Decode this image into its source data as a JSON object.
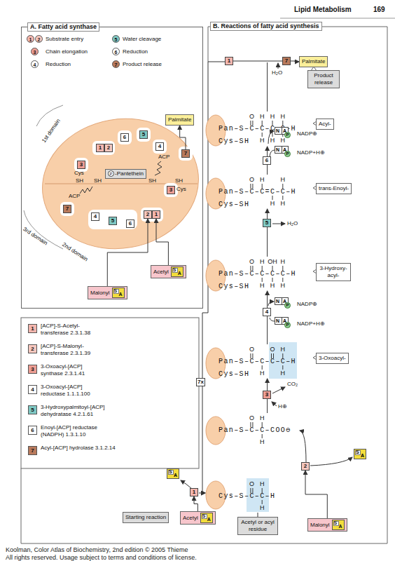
{
  "diagram": {
    "nodes": [
      {
        "text": [
          "A. Fatty acid synthase"
        ]
      },
      {
        "text": [
          "1"
        ],
        "in": 0
      },
      {
        "text": [
          "2"
        ],
        "in": 0
      },
      {
        "text": [
          "6"
        ],
        "in": 0
      },
      {
        "text": [
          "5"
        ],
        "in": 0
      },
      {
        "text": [
          "4"
        ],
        "in": 0
      },
      {
        "text": [
          "7"
        ],
        "in": 0
      },
      {
        "text": [
          "3"
        ],
        "in": 0
      },
      {
        "text": [
          "P",
          "-Pantethein"
        ],
        "in": 0
      },
      {
        "text": [
          "3"
        ],
        "in": 0
      },
      {
        "text": [
          "7"
        ],
        "in": 0
      },
      {
        "text": [
          "4"
        ],
        "in": 0
      },
      {
        "text": [
          "5"
        ],
        "in": 0
      },
      {
        "text": [
          "6"
        ],
        "in": 0
      },
      {
        "text": [
          "2"
        ],
        "in": 0
      },
      {
        "text": [
          "1"
        ],
        "in": 0
      },
      {
        "text": [
          "Palmitate"
        ],
        "in": 0
      },
      {
        "text": [
          "Acetyl",
          "S",
          "A"
        ],
        "in": 0
      },
      {
        "text": [
          "Malonyl",
          "S",
          "A"
        ],
        "in": 0
      },
      {
        "text": [
          "B. Reactions of fatty acid synthesis"
        ]
      },
      {
        "text": [
          "1"
        ],
        "in": 19
      },
      {
        "text": [
          "7"
        ],
        "in": 19
      },
      {
        "text": [
          "Palmitate"
        ],
        "in": 19
      },
      {
        "text": [
          "Product release"
        ],
        "in": 19
      },
      {
        "text": [
          "Acyl-"
        ],
        "in": 19
      },
      {
        "text": [
          "6"
        ],
        "in": 19
      },
      {
        "text": [
          "trans-Enoyl-"
        ],
        "in": 19
      },
      {
        "text": [
          "5"
        ],
        "in": 19
      },
      {
        "text": [
          "3-Hydroxy- acyl-"
        ],
        "in": 19
      },
      {
        "text": [
          "4"
        ],
        "in": 19
      },
      {
        "text": [
          "3-Oxoacyl-"
        ],
        "in": 19
      },
      {
        "text": [
          "7x"
        ],
        "in": 19
      },
      {
        "text": [
          "3"
        ],
        "in": 19
      },
      {
        "text": [
          "2"
        ],
        "in": 19
      },
      {
        "text": [
          "Malonyl",
          "S",
          "A"
        ],
        "in": 19
      },
      {
        "text": [
          "Starting reaction"
        ],
        "in": 19
      },
      {
        "text": [
          "1"
        ],
        "in": 19
      },
      {
        "text": [
          "Acetyl",
          "S",
          "A"
        ],
        "in": 19
      },
      {
        "text": [
          "Acetyl or acyl residue"
        ],
        "in": 19
      }
    ],
    "edges": [
      {
        "from": 17,
        "to": 15,
        "arrow": "to"
      },
      {
        "from": 18,
        "to": 14,
        "arrow": "to"
      },
      {
        "from": 6,
        "to": 16,
        "arrow": "to"
      },
      {
        "from": 20,
        "to": 21,
        "arrow": "none"
      },
      {
        "from": 21,
        "to": 22,
        "arrow": "to"
      },
      {
        "from": 34,
        "to": 33,
        "arrow": "to"
      },
      {
        "from": 37,
        "to": 36,
        "arrow": "to"
      }
    ],
    "labels": [
      "Lipid Metabolism",
      "169",
      "1",
      "2",
      "Substrate entry",
      "3",
      "Chain elongation",
      "4",
      "Reduction",
      "5",
      "Water cleavage",
      "6",
      "Reduction",
      "7",
      "Product release",
      "1st domain",
      "3rd domain",
      "2nd domain",
      "Cys",
      "SH",
      "SH",
      "ACP",
      "ACP",
      "SH",
      "SH",
      "Cys",
      "1",
      "2",
      "3",
      "4",
      "5",
      "6",
      "7",
      "Pan–S–C–C–C–C–H",
      "O",
      "H",
      "H",
      "H",
      "H",
      "H",
      "H",
      "Cys–SH",
      "Pan–S–C–C=C–C–H",
      "O",
      "H",
      "H",
      "H",
      "H",
      "Cys–SH",
      "Pan–S–C–C–C–C–H",
      "O",
      "H",
      "OH",
      "H",
      "H",
      "H",
      "H",
      "Cys–SH",
      "Pan–S–C–C–C–C–H",
      "O",
      "O",
      "H",
      "H",
      "H",
      "Cys–SH",
      "Pan–S–C–C–COO⊖",
      "O",
      "H",
      "H",
      "Cys–S–C–C–H",
      "O",
      "H",
      "H",
      "H₂O",
      "N",
      "A",
      "P",
      "NADP⊕",
      "N",
      "A",
      "P",
      "NADP+H⊕",
      "H₂O",
      "N",
      "A",
      "P",
      "NADP⊕",
      "N",
      "A",
      "P",
      "NADP+H⊕",
      "CO₂",
      "H⊕",
      "S",
      "A",
      "S",
      "A",
      "Koolman, Color Atlas of Biochemistry, 2nd edition © 2005 Thieme",
      "All rights reserved. Usage subject to terms and conditions of license."
    ],
    "legend": [
      {
        "text": "[ACP]-S-Acetyl- transferase 2.3.1.38",
        "color": "#f4b6ae"
      },
      {
        "text": "[ACP]-S-Malonyl- transferase 2.3.1.39",
        "color": "#f7c8bf"
      },
      {
        "text": "3-Oxoacyl-[ACP] synthase 2.3.1.41",
        "color": "#ee9e94"
      },
      {
        "text": "3-Oxoacyl-[ACP] reductase 1.1.1.100",
        "color": "#ffffff"
      },
      {
        "text": "3-Hydroxypalmitoyl-[ACP] dehydratase 4.2.1.61",
        "color": "#7fc8c3"
      },
      {
        "text": "Enoyl-[ACP] reductase (NADPH) 1.3.1.10",
        "color": "#ffffff"
      },
      {
        "text": "Acyl-[ACP] hydrolase 3.1.2.14",
        "color": "#b97a5c"
      }
    ]
  }
}
